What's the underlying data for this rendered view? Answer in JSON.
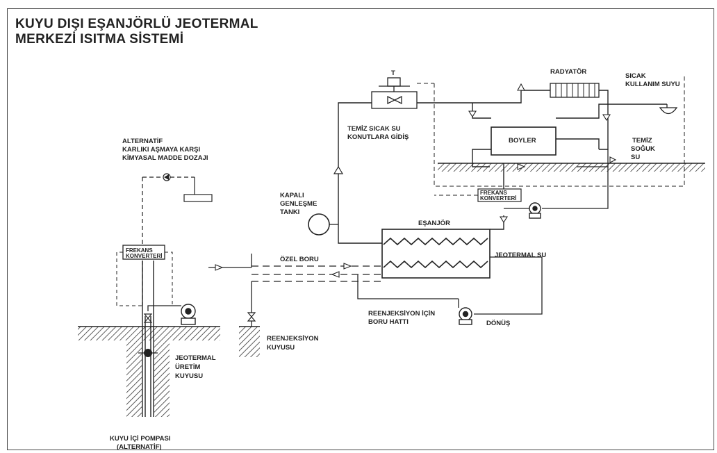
{
  "title": {
    "line1": "KUYU DIŞI EŞANJÖRLÜ JEOTERMAL",
    "line2": "MERKEZİ ISITMA SİSTEMİ"
  },
  "labels": {
    "alternative_1": "ALTERNATİF",
    "alternative_2": "KARLIKI AŞMAYA KARŞI",
    "alternative_3": "KİMYASAL MADDE DOZAJI",
    "freq_left_1": "FREKANS",
    "freq_left_2": "KONVERTERİ",
    "freq_right_1": "FREKANS",
    "freq_right_2": "KONVERTERİ",
    "well_1": "JEOTERMAL",
    "well_2": "ÜRETİM",
    "well_3": "KUYUSU",
    "pump_1": "KUYU İÇİ POMPASI",
    "pump_2": "(ALTERNATİF)",
    "reinj_well_1": "REENJEKSİYON",
    "reinj_well_2": "KUYUSU",
    "special_pipe": "ÖZEL BORU",
    "reinj_line_1": "REENJEKSİYON İÇİN",
    "reinj_line_2": "BORU HATTI",
    "return": "DÖNÜŞ",
    "geo_water": "JEOTERMAL SU",
    "exchanger": "EŞANJÖR",
    "tank_1": "KAPALI",
    "tank_2": "GENLEŞME",
    "tank_3": "TANKI",
    "clean_hot_1": "TEMİZ SICAK SU",
    "clean_hot_2": "KONUTLARA GİDİŞ",
    "radiator": "RADYATÖR",
    "hot_use_1": "SICAK",
    "hot_use_2": "KULLANIM SUYU",
    "boiler": "BOYLER",
    "cold_1": "TEMİZ",
    "cold_2": "SOĞUK",
    "cold_3": "SU",
    "valve_t": "T"
  }
}
